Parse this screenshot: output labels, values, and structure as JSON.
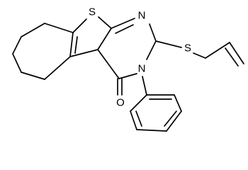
{
  "molecule": {
    "atoms": {
      "S1": "S",
      "N1": "N",
      "S2": "S",
      "N2": "N",
      "O1": "O"
    },
    "colors": {
      "bond": "#000000",
      "label": "#000000",
      "background": "#ffffff"
    }
  }
}
